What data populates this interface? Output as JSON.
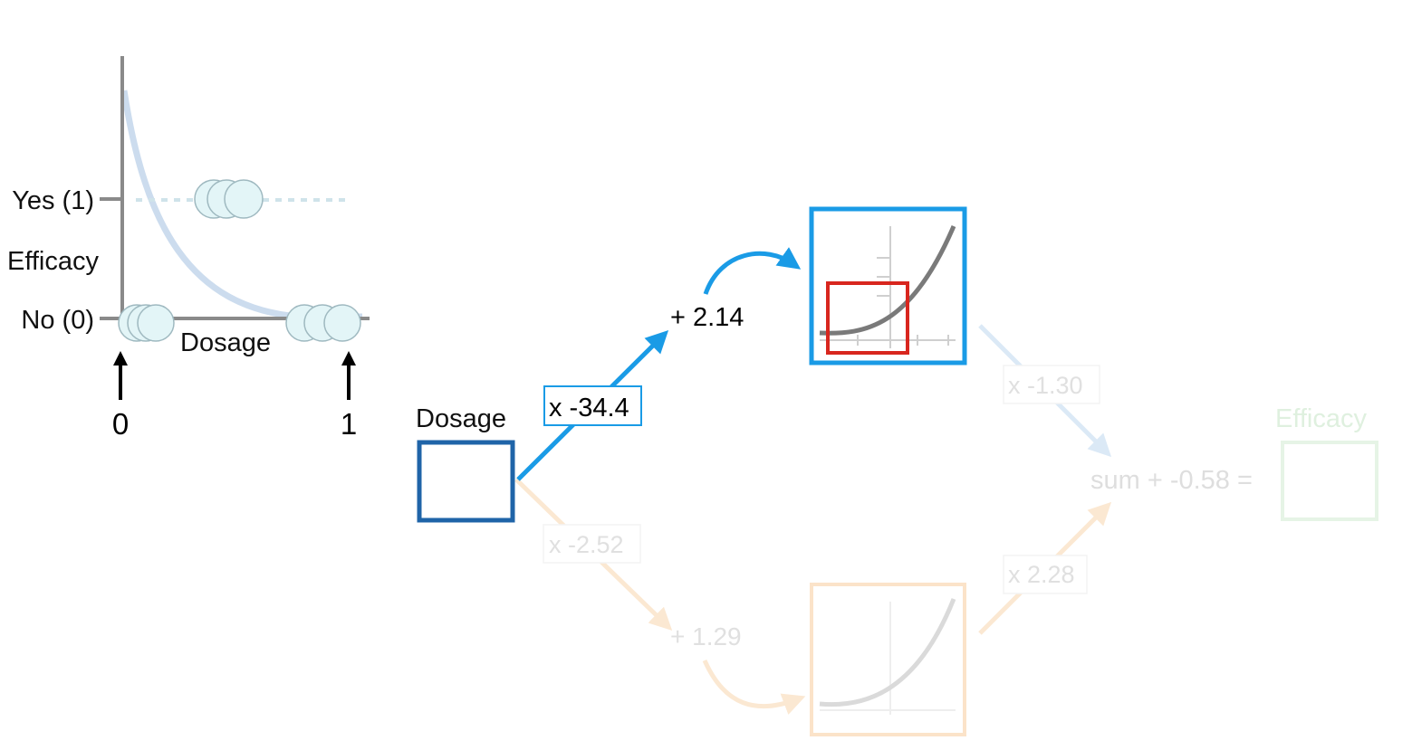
{
  "inset_plot": {
    "y_axis_label": "Efficacy",
    "x_axis_label": "Dosage",
    "y_tick_yes": "Yes (1)",
    "y_tick_no": "No (0)",
    "arrow_label_left": "0",
    "arrow_label_right": "1"
  },
  "network": {
    "input_label": "Dosage",
    "top_path": {
      "weight_label": "x -34.4",
      "bias_label": "+ 2.14",
      "output_weight_label": "x -1.30"
    },
    "bottom_path": {
      "weight_label": "x -2.52",
      "bias_label": "+ 1.29",
      "output_weight_label": "x 2.28"
    },
    "sum_label": "sum + -0.58 =",
    "output_label": "Efficacy"
  },
  "colors": {
    "top_path": "#1a9be6",
    "input_box": "#1f64a8",
    "bottom_path": "#f4c28c",
    "output_box": "#8fd08f",
    "highlight": "#d8261e",
    "curve": "#7a7a7a",
    "faded_text": "#cfcfcf"
  }
}
